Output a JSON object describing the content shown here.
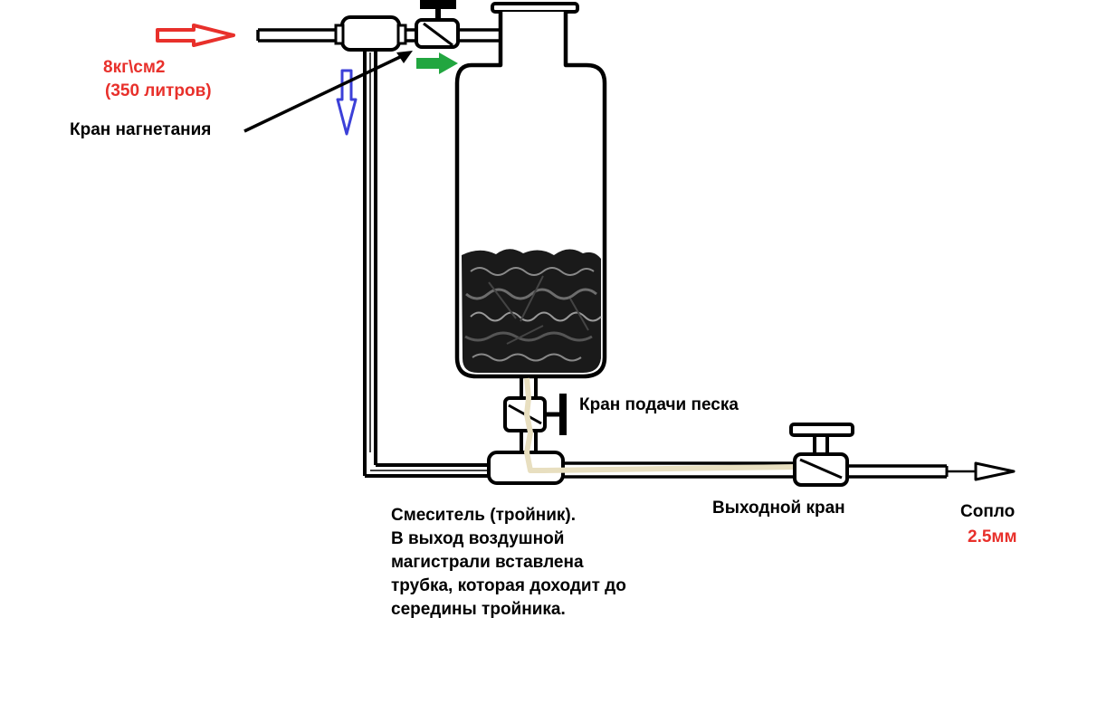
{
  "labels": {
    "pressure": "8кг\\см2",
    "volume": "(350 литров)",
    "inlet_valve": "Кран нагнетания",
    "sand_valve": "Кран подачи песка",
    "mixer_note": [
      "Смеситель (тройник).",
      "В выход воздушной",
      "магистрали вставлена",
      "трубка, которая доходит до",
      "середины тройника."
    ],
    "outlet_valve": "Выходной кран",
    "nozzle": "Сопло",
    "nozzle_size": "2.5мм"
  },
  "colors": {
    "inlet_arrow": "#e8302b",
    "down_arrow": "#3c40d8",
    "flow_arrow": "#22a640",
    "sand_flow": "#e8dfc0",
    "line": "#000000",
    "label_accent": "#e8302b"
  }
}
